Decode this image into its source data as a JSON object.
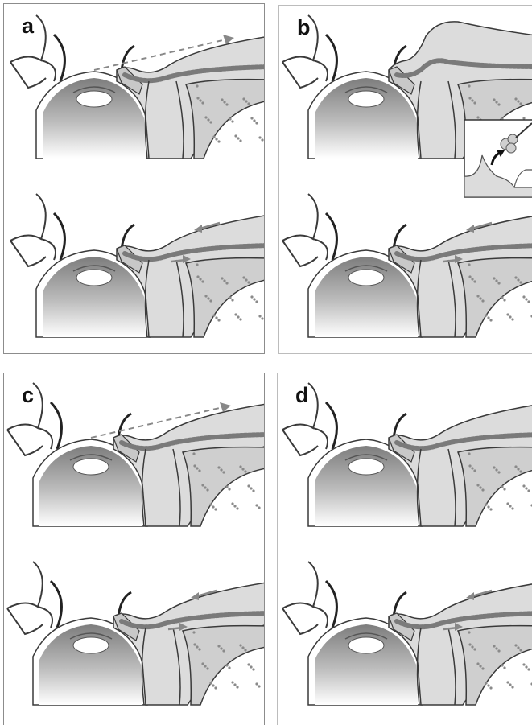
{
  "panels": [
    {
      "id": "a",
      "label": "a"
    },
    {
      "id": "b",
      "label": "b"
    },
    {
      "id": "c",
      "label": "c"
    },
    {
      "id": "d",
      "label": "d"
    }
  ],
  "colors": {
    "ink": "#3a3a3a",
    "tissue": "#dcdcdc",
    "tarsus": "#c8c8c8",
    "muscle_band": "#7a7a7a",
    "globe_top": "#7d7d7d",
    "globe_bottom": "#ffffff",
    "arrow": "#888888"
  }
}
